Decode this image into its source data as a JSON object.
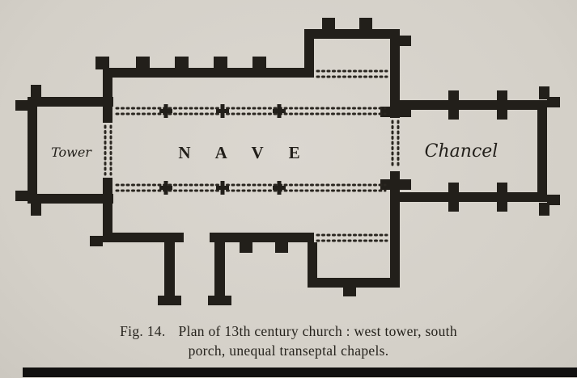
{
  "figure": {
    "fig_label": "Fig. 14.",
    "caption_line1": "Plan of 13th century church : west tower, south",
    "caption_line2": "porch, unequal transeptal chapels."
  },
  "plan": {
    "labels": {
      "tower": "Tower",
      "nave": "N A V E",
      "chancel": "Chancel"
    }
  },
  "colors": {
    "paper": "#d7d3cc",
    "ink": "#221f1a"
  }
}
